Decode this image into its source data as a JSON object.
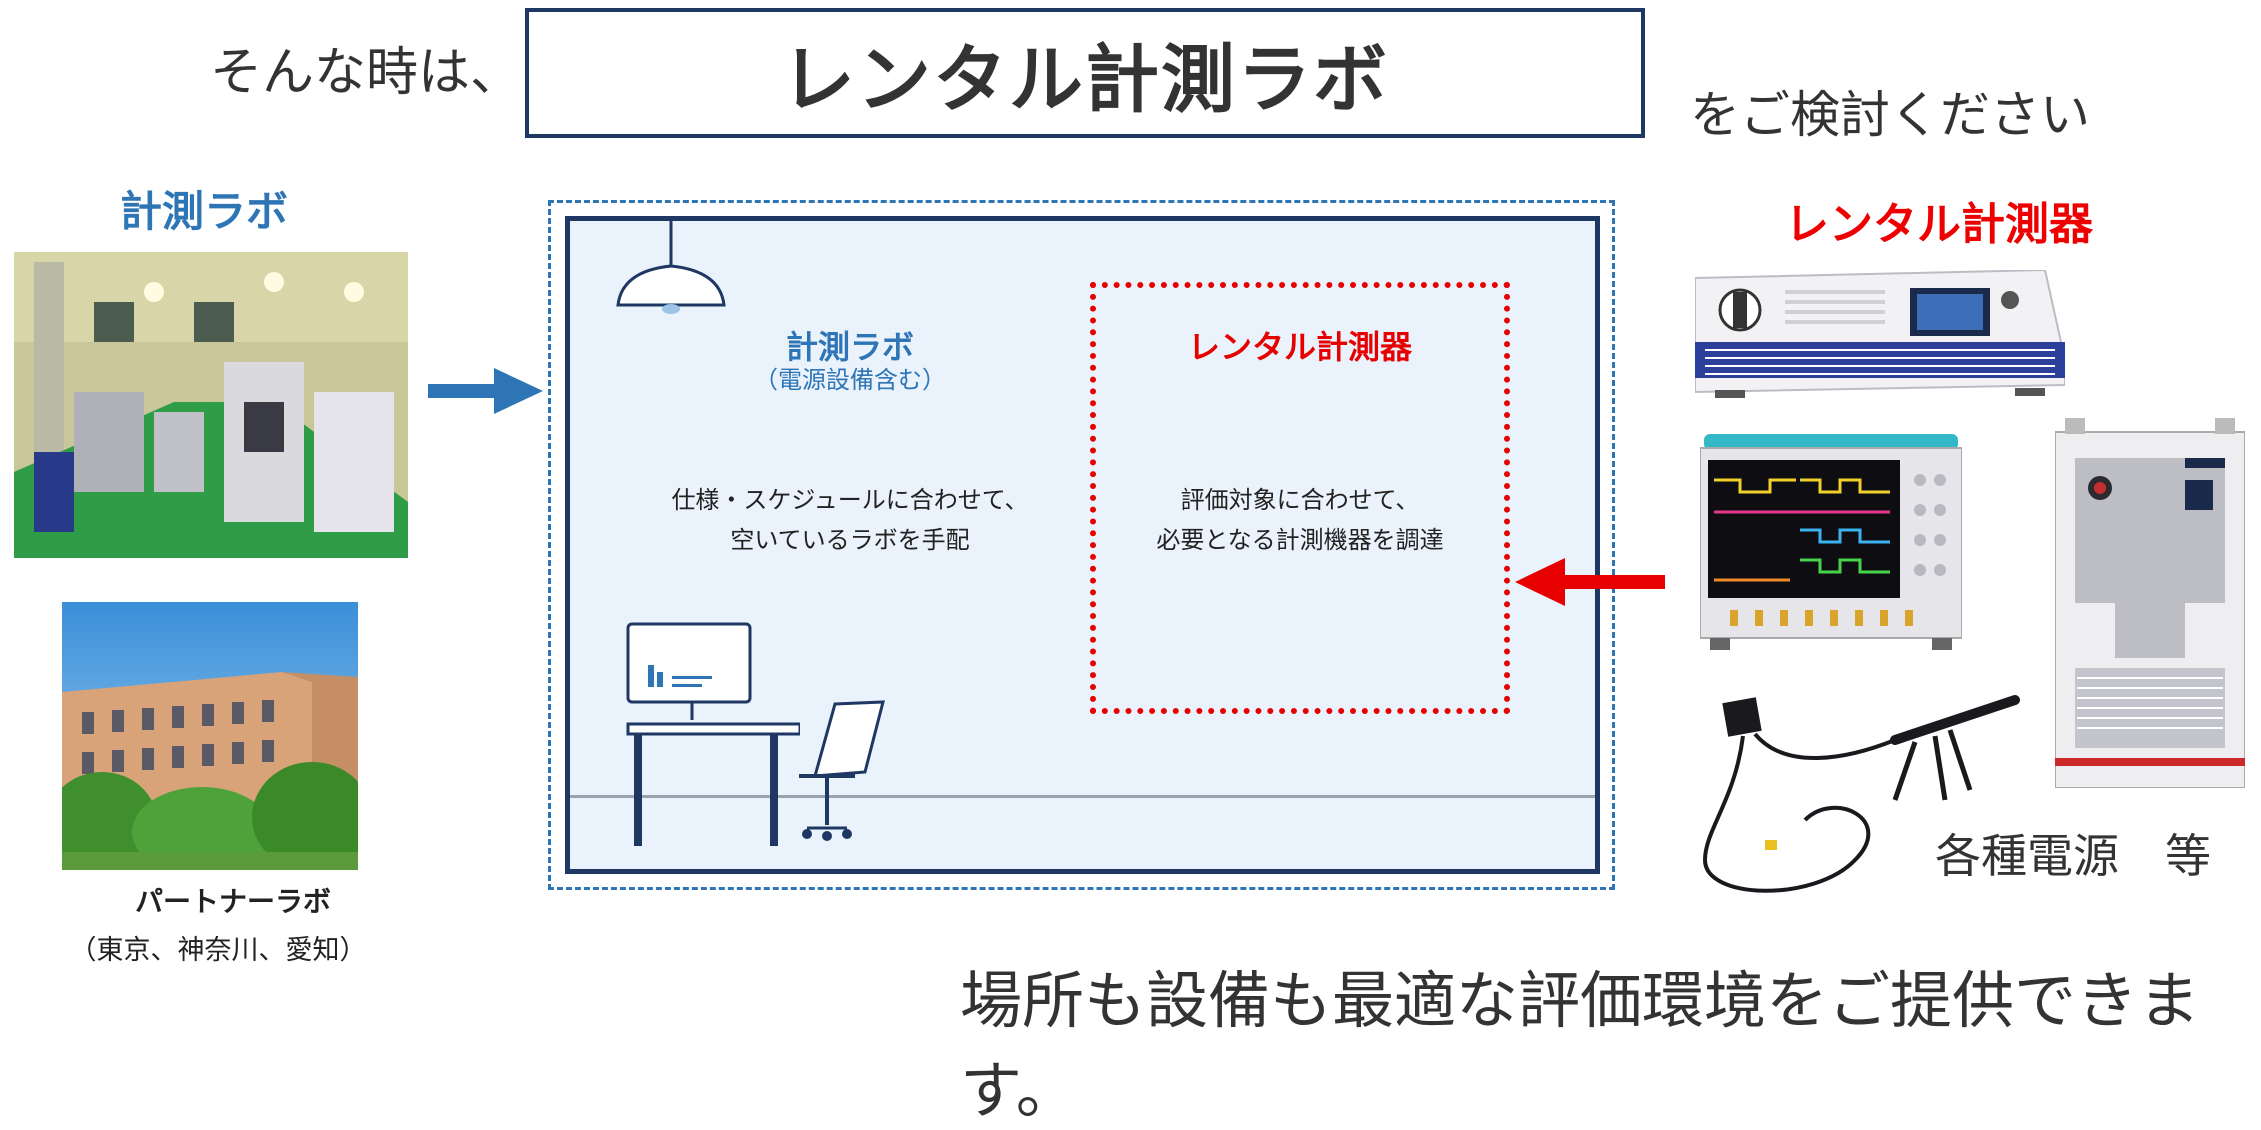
{
  "header": {
    "lead_text": "そんな時は、",
    "title": "レンタル計測ラボ",
    "tail_text": "をご検討ください"
  },
  "left": {
    "lab_label": "計測ラボ",
    "partner_title": "パートナーラボ",
    "partner_locations": "（東京、神奈川、愛知）"
  },
  "room": {
    "lab_title": "計測ラボ",
    "lab_subtitle": "（電源設備含む）",
    "lab_desc_line1": "仕様・スケジュールに合わせて、",
    "lab_desc_line2": "空いているラボを手配",
    "rental_title": "レンタル計測器",
    "rental_desc_line1": "評価対象に合わせて、",
    "rental_desc_line2": "必要となる計測機器を調達"
  },
  "right": {
    "rental_label": "レンタル計測器",
    "power_label": "各種電源　等"
  },
  "footer": {
    "message": "場所も設備も最適な評価環境をご提供できます。"
  },
  "colors": {
    "lab_blue": "#2e75b6",
    "rental_red": "#e60000",
    "navy": "#1f3863",
    "room_bg": "#eaf2fb"
  },
  "icons": [
    "ceiling-lamp-icon",
    "desk-with-monitor-icon",
    "office-chair-icon",
    "arrow-right-icon",
    "arrow-left-icon"
  ]
}
